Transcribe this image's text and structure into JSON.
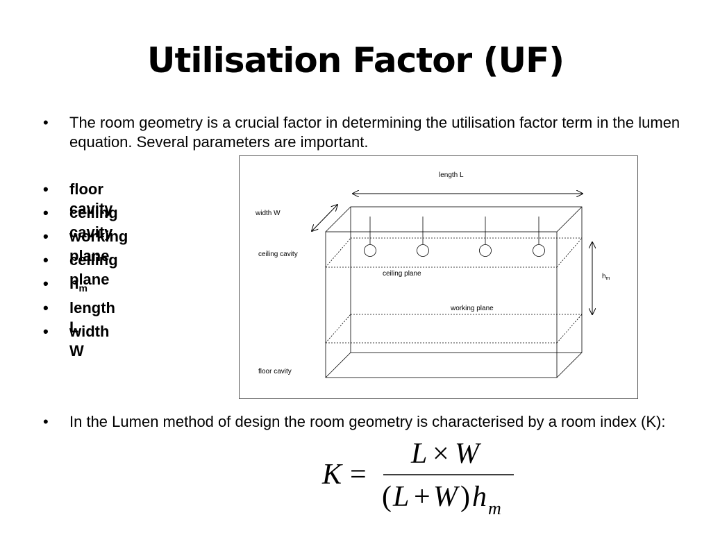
{
  "slide": {
    "title": "Utilisation Factor (UF)",
    "bullet_symbol": "•",
    "intro": "The room geometry is a crucial factor in determining the utilisation factor term in the lumen equation. Several parameters are important.",
    "parameters": [
      {
        "label": "floor cavity"
      },
      {
        "label": "ceiling cavity"
      },
      {
        "label": "working plane"
      },
      {
        "label": "ceiling plane"
      },
      {
        "label": "h",
        "sub": "m"
      },
      {
        "label": "length L"
      },
      {
        "label": "width W"
      }
    ],
    "outro": "In the Lumen method of design the room geometry is characterised by a room index (K):"
  },
  "diagram": {
    "length_label": "length L",
    "width_label": "width W",
    "ceiling_cavity_label": "ceiling cavity",
    "ceiling_plane_label": "ceiling plane",
    "working_plane_label": "working plane",
    "floor_cavity_label": "floor cavity",
    "hm_label": "h",
    "hm_sub": "m"
  },
  "formula": {
    "lhs": "K",
    "equals": "=",
    "numerator_L": "L",
    "times": "×",
    "numerator_W": "W",
    "den_open": "(",
    "den_L": "L",
    "plus": "+",
    "den_W": "W",
    "den_close": ")",
    "den_h": "h",
    "den_sub": "m"
  }
}
